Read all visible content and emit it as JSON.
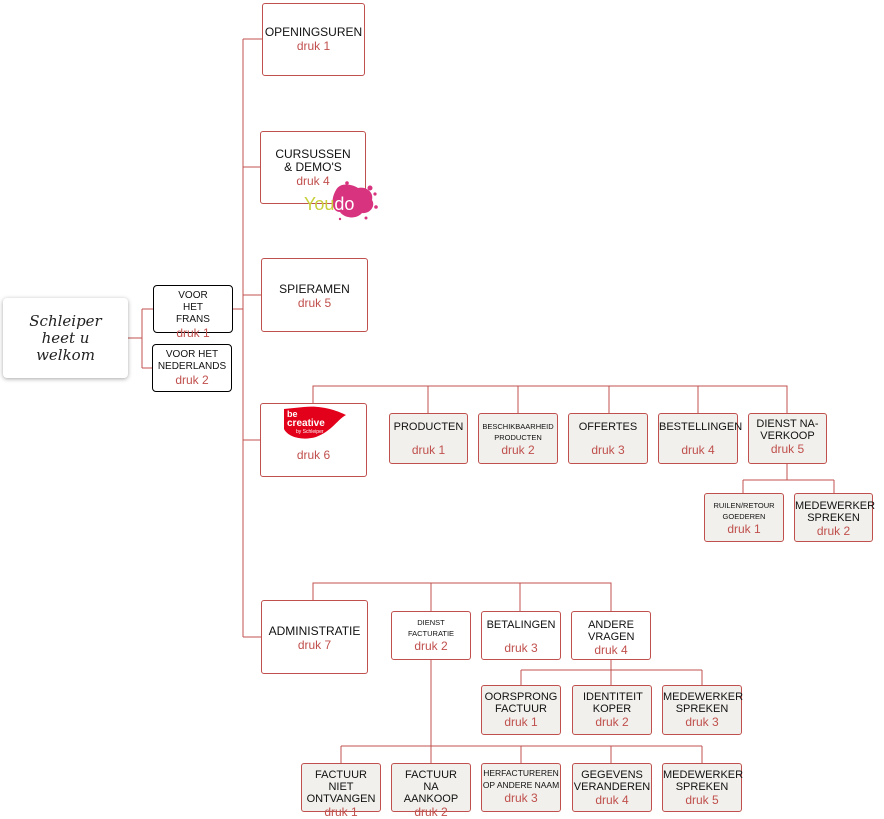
{
  "welcome": "Schleiper heet u welkom",
  "languages": [
    {
      "label": "VOOR HET FRANS",
      "druk": "druk 1"
    },
    {
      "label": "VOOR HET NEDERLANDS",
      "druk": "druk 2"
    }
  ],
  "menu": [
    {
      "label": "OPENINGSUREN",
      "druk": "druk 1"
    },
    {
      "label": "CURSUSSEN & DEMO'S",
      "druk": "druk 4",
      "logo_text": "Youdo"
    },
    {
      "label": "SPIERAMEN",
      "druk": "druk 5"
    },
    {
      "label": "",
      "druk": "druk 6",
      "logo_text": "be creative",
      "logo_sub": "by Schleiper"
    },
    {
      "label": "ADMINISTRATIE",
      "druk": "druk 7"
    }
  ],
  "creative_sub": [
    {
      "label": "PRODUCTEN",
      "druk": "druk 1"
    },
    {
      "label": "BESCHIKBAARHEID PRODUCTEN",
      "druk": "druk 2"
    },
    {
      "label": "OFFERTES",
      "druk": "druk 3"
    },
    {
      "label": "BESTELLINGEN",
      "druk": "druk 4"
    },
    {
      "label": "DIENST NA-VERKOOP",
      "druk": "druk 5"
    }
  ],
  "after_sales_sub": [
    {
      "label": "RUILEN/RETOUR GOEDEREN",
      "druk": "druk 1"
    },
    {
      "label": "MEDEWERKER SPREKEN",
      "druk": "druk 2"
    }
  ],
  "admin_sub": [
    {
      "label": "DIENST FACTURATIE",
      "druk": "druk 2"
    },
    {
      "label": "BETALINGEN",
      "druk": "druk 3"
    },
    {
      "label": "ANDERE VRAGEN",
      "druk": "druk 4"
    }
  ],
  "other_questions_sub": [
    {
      "label": "OORSPRONG FACTUUR",
      "druk": "druk 1"
    },
    {
      "label": "IDENTITEIT KOPER",
      "druk": "druk 2"
    },
    {
      "label": "MEDEWERKER SPREKEN",
      "druk": "druk 3"
    }
  ],
  "billing_sub": [
    {
      "label": "FACTUUR NIET ONTVANGEN",
      "druk": "druk 1"
    },
    {
      "label": "FACTUUR NA AANKOOP",
      "druk": "druk 2"
    },
    {
      "label": "HERFACTUREREN OP ANDERE NAAM",
      "druk": "druk 3"
    },
    {
      "label": "GEGEVENS VERANDEREN",
      "druk": "druk 4"
    },
    {
      "label": "MEDEWERKER SPREKEN",
      "druk": "druk 5"
    }
  ],
  "colors": {
    "accent": "#c0504d",
    "line": "#c0504d",
    "tint": "#f1f0ec",
    "youdo_green": "#c8cf3a",
    "youdo_pink": "#d8337f"
  }
}
